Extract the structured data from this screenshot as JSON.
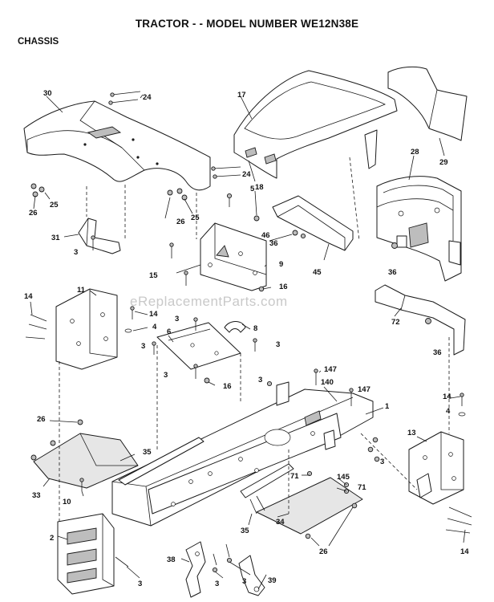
{
  "header": {
    "title": "TRACTOR - - MODEL NUMBER WE12N38E",
    "section": "CHASSIS"
  },
  "watermark": "eReplacementParts.com",
  "callouts": [
    "30",
    "24",
    "17",
    "29",
    "28",
    "24",
    "18",
    "26",
    "25",
    "26",
    "25",
    "5",
    "31",
    "3",
    "46",
    "36",
    "45",
    "36",
    "9",
    "15",
    "16",
    "14",
    "11",
    "14",
    "4",
    "6",
    "8",
    "3",
    "3",
    "3",
    "3",
    "16",
    "72",
    "36",
    "147",
    "3",
    "140",
    "147",
    "1",
    "14",
    "4",
    "13",
    "26",
    "35",
    "33",
    "10",
    "71",
    "145",
    "71",
    "3",
    "35",
    "34",
    "26",
    "2",
    "38",
    "3",
    "3",
    "39",
    "14",
    "3"
  ]
}
